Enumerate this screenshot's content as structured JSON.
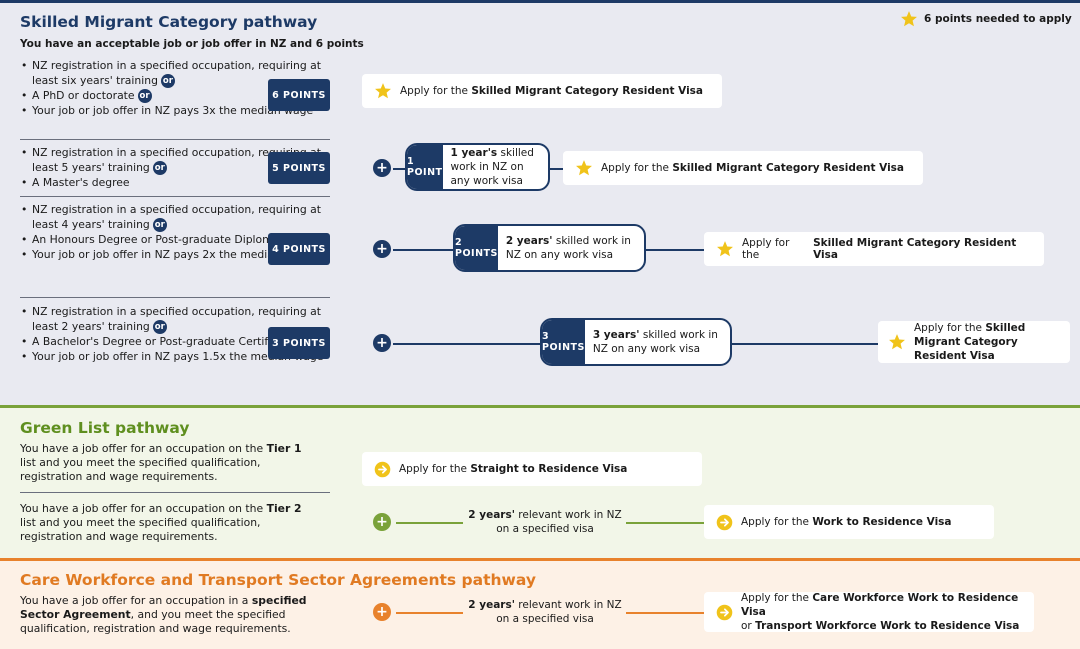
{
  "legend": {
    "text": "6 points needed to apply",
    "icon": "star-icon"
  },
  "colors": {
    "navy": "#1d3a66",
    "green": "#7aa23a",
    "orange": "#e8822c",
    "star": "#f0c31a"
  },
  "smc": {
    "title": "Skilled Migrant Category pathway",
    "subtitle": "You have an acceptable job or job offer in NZ and 6 points",
    "or_label": "or",
    "rows": [
      {
        "criteria": [
          {
            "text": "NZ registration in a specified occupation, requiring at least six years' training"
          },
          {
            "text": "A PhD or doctorate"
          },
          {
            "text": "Your job or job offer in NZ pays 3x the median wage"
          }
        ],
        "badge": "6 POINTS",
        "apply_prefix": "Apply for the",
        "apply_bold": "Skilled Migrant Category Resident Visa"
      },
      {
        "criteria": [
          {
            "text": "NZ registration in a specified occupation, requiring at least 5 years' training"
          },
          {
            "text": "A Master's degree"
          }
        ],
        "badge": "5 POINTS",
        "pill_points": "1 POINT",
        "pill_bold": "1 year's",
        "pill_text": "skilled work in NZ on any work visa",
        "apply_prefix": "Apply for the",
        "apply_bold": "Skilled Migrant Category Resident Visa"
      },
      {
        "criteria": [
          {
            "text": "NZ registration in a specified occupation, requiring at least 4 years' training"
          },
          {
            "text": "An Honours Degree or Post-graduate Diploma"
          },
          {
            "text": "Your job or job offer in NZ pays 2x the median wage"
          }
        ],
        "badge": "4 POINTS",
        "pill_points": "2 POINTS",
        "pill_bold": "2 years'",
        "pill_text": "skilled work in NZ on any work visa",
        "apply_prefix": "Apply for the",
        "apply_bold": "Skilled Migrant Category Resident Visa"
      },
      {
        "criteria": [
          {
            "text": "NZ registration in a specified occupation, requiring at least 2 years' training"
          },
          {
            "text": "A Bachelor's Degree or Post-graduate Certificate"
          },
          {
            "text": "Your job or job offer in NZ pays 1.5x the median wage"
          }
        ],
        "badge": "3 POINTS",
        "pill_points": "3 POINTS",
        "pill_bold": "3 years'",
        "pill_text": "skilled work in NZ on any work visa",
        "apply_prefix": "Apply for the",
        "apply_bold": "Skilled Migrant Category Resident Visa"
      }
    ]
  },
  "green": {
    "title": "Green List pathway",
    "tier1": {
      "pre": "You have a job offer for an occupation on the",
      "tier": "Tier 1",
      "post": "list and you meet the specified qualification, registration and wage requirements.",
      "apply_prefix": "Apply for the",
      "apply_bold": "Straight to Residence Visa"
    },
    "tier2": {
      "pre": "You have a job offer for an occupation on the",
      "tier": "Tier 2",
      "post": "list and you meet the specified qualification, registration and wage requirements.",
      "work_bold": "2 years'",
      "work_text": "relevant work in NZ on a specified visa",
      "apply_prefix": "Apply for the",
      "apply_bold": "Work to Residence Visa"
    }
  },
  "care": {
    "title": "Care Workforce and Transport Sector Agreements pathway",
    "pre": "You have a job offer for an occupation in a",
    "bold": "specified Sector Agreement",
    "post": ", and you meet the specified qualification, registration and wage requirements.",
    "work_bold": "2 years'",
    "work_text": "relevant work in NZ on a specified visa",
    "apply_prefix": "Apply for the",
    "apply_bold1": "Care Workforce Work to Residence Visa",
    "apply_or": "or",
    "apply_bold2": "Transport Workforce Work to Residence Visa"
  }
}
